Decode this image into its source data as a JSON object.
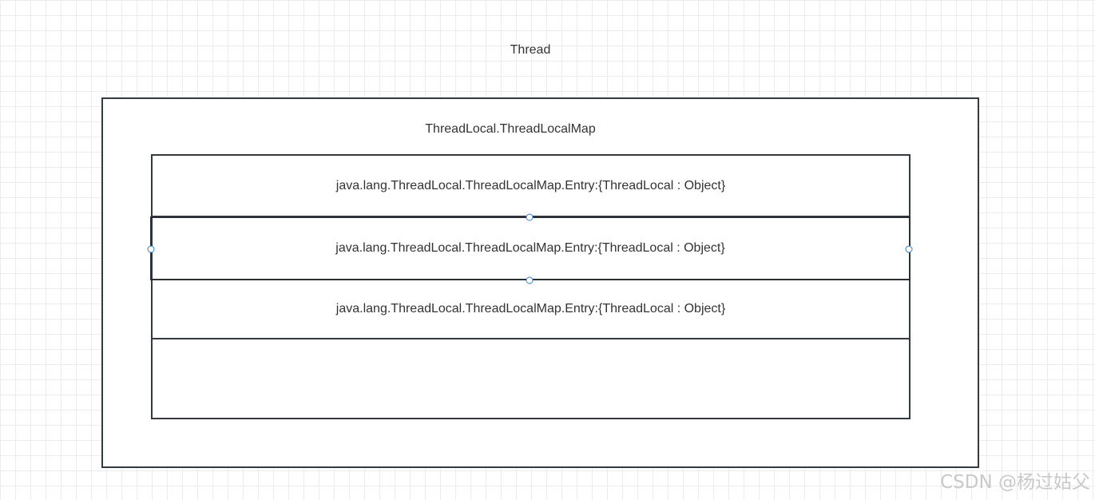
{
  "diagram": {
    "thread_label": "Thread",
    "map_label": "ThreadLocal.ThreadLocalMap",
    "entries": [
      "java.lang.ThreadLocal.ThreadLocalMap.Entry:{ThreadLocal : Object}",
      "java.lang.ThreadLocal.ThreadLocalMap.Entry:{ThreadLocal : Object}",
      "java.lang.ThreadLocal.ThreadLocalMap.Entry:{ThreadLocal : Object}"
    ]
  },
  "watermark": "CSDN @杨过姑父",
  "colors": {
    "border": "#333a40",
    "selection_handle": "#2f7fd1",
    "grid": "#ececec"
  }
}
